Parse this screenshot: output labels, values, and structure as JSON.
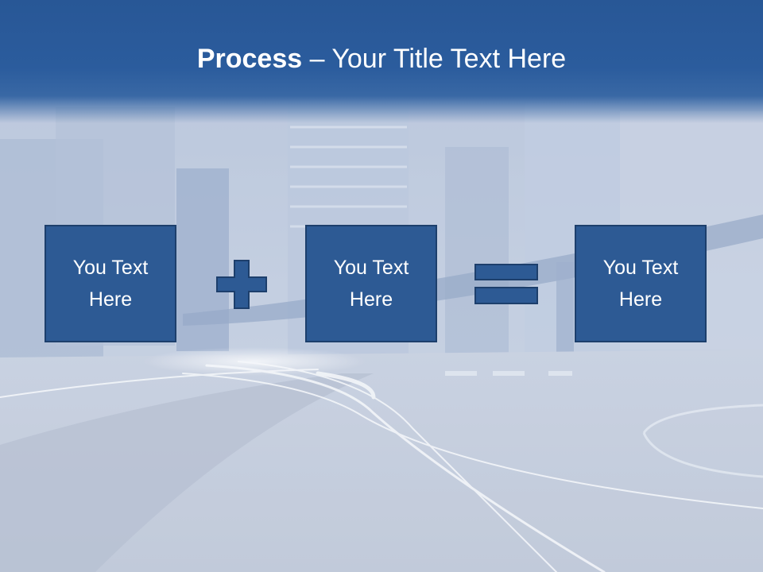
{
  "slide": {
    "title_bold": "Process",
    "title_rest": " – Your Title Text Here"
  },
  "boxes": [
    {
      "label": "You Text\nHere"
    },
    {
      "label": "You Text\nHere"
    },
    {
      "label": "You Text\nHere"
    }
  ],
  "operators": {
    "first": "plus-icon",
    "second": "equals-icon"
  },
  "colors": {
    "title_band": "#285796",
    "box_fill": "#2d5a94",
    "box_border": "#1d3f6c",
    "text": "#ffffff"
  }
}
